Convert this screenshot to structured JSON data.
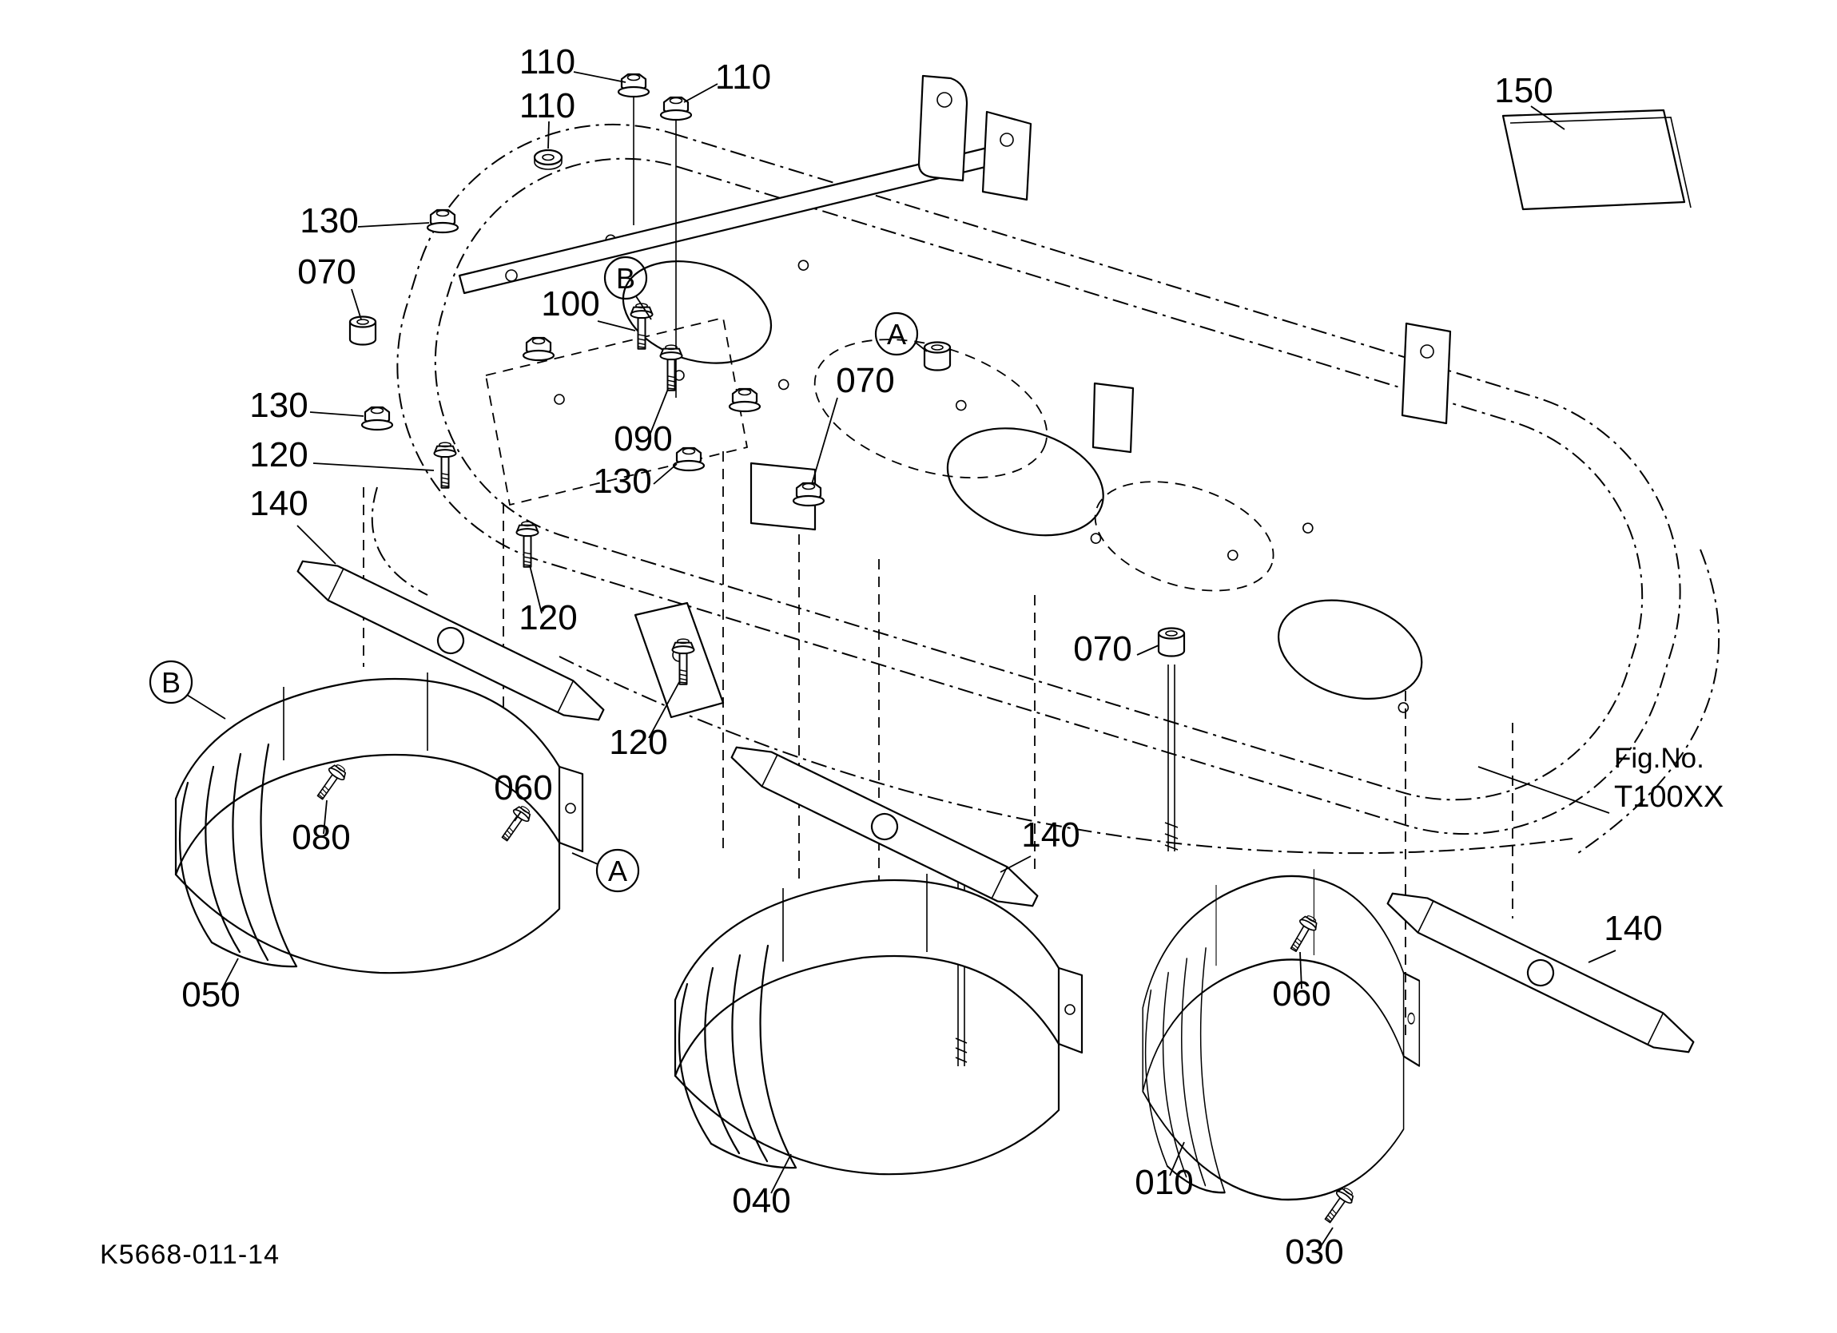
{
  "figure": {
    "label": "Fig.No.",
    "number": "T100XX"
  },
  "drawing_number": "K5668-011-14",
  "refs": {
    "a": "A",
    "b": "B"
  },
  "parts": {
    "p010": "010",
    "p030": "030",
    "p040": "040",
    "p050": "050",
    "p060": "060",
    "p070": "070",
    "p080": "080",
    "p090": "090",
    "p100": "100",
    "p110": "110",
    "p120": "120",
    "p130": "130",
    "p140": "140",
    "p150": "150"
  },
  "colors": {
    "line": "#000000",
    "background": "#ffffff"
  }
}
